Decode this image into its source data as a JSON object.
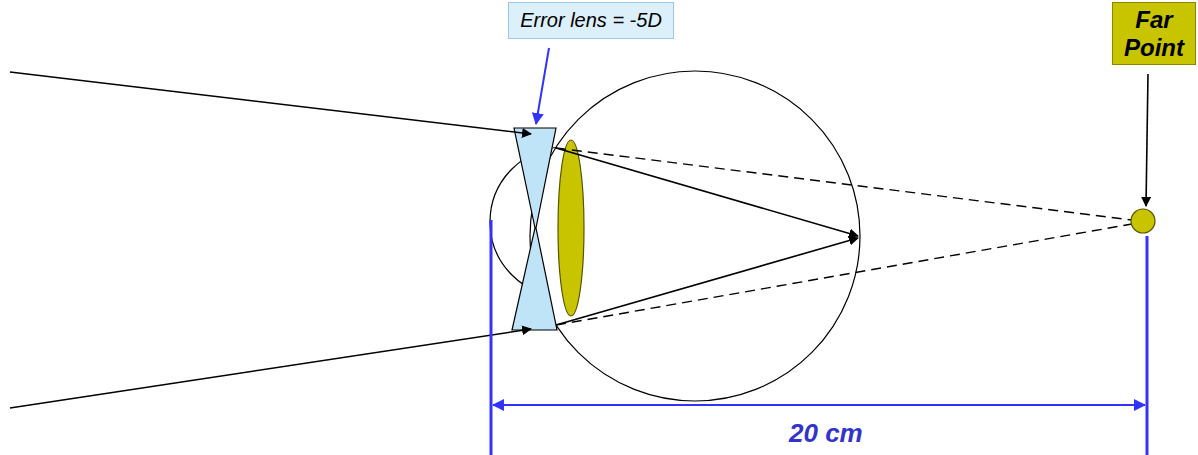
{
  "diagram": {
    "nodes": [
      {
        "text": [
          "Error lens = -5D"
        ]
      },
      {
        "text": [
          "Far Point"
        ]
      }
    ],
    "labels": [
      "20 cm"
    ]
  }
}
